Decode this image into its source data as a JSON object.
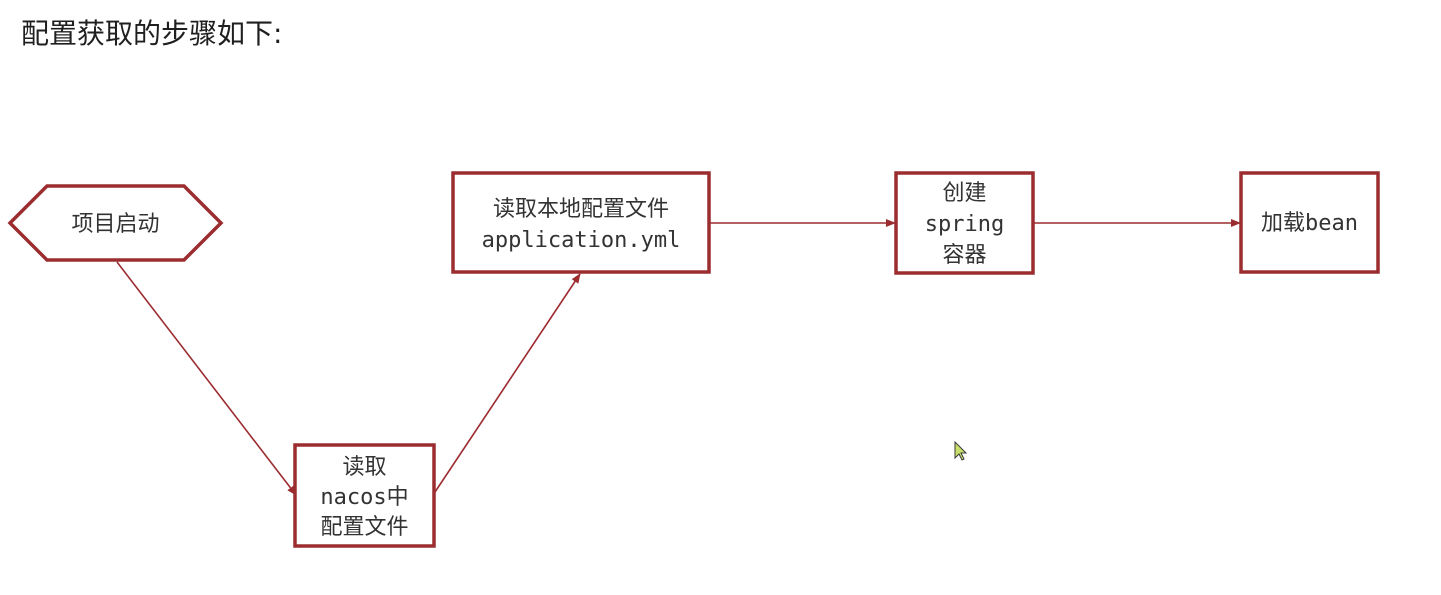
{
  "heading": "配置获取的步骤如下:",
  "colors": {
    "stroke": "#9b2d30",
    "arrow": "#9b2d30",
    "text": "#333333",
    "cursor": "#c8e06a"
  },
  "nodes": [
    {
      "id": "start",
      "shape": "hexagon",
      "lines": [
        "项目启动"
      ]
    },
    {
      "id": "read-nacos",
      "shape": "rect",
      "lines": [
        "读取",
        "nacos中",
        "配置文件"
      ]
    },
    {
      "id": "read-local",
      "shape": "rect",
      "lines": [
        "读取本地配置文件",
        "application.yml"
      ]
    },
    {
      "id": "create-spring",
      "shape": "rect",
      "lines": [
        "创建",
        "spring",
        "容器"
      ]
    },
    {
      "id": "load-bean",
      "shape": "rect",
      "lines": [
        "加载bean"
      ]
    }
  ],
  "edges": [
    {
      "from": "start",
      "to": "read-nacos"
    },
    {
      "from": "read-nacos",
      "to": "read-local"
    },
    {
      "from": "read-local",
      "to": "create-spring"
    },
    {
      "from": "create-spring",
      "to": "load-bean"
    }
  ]
}
